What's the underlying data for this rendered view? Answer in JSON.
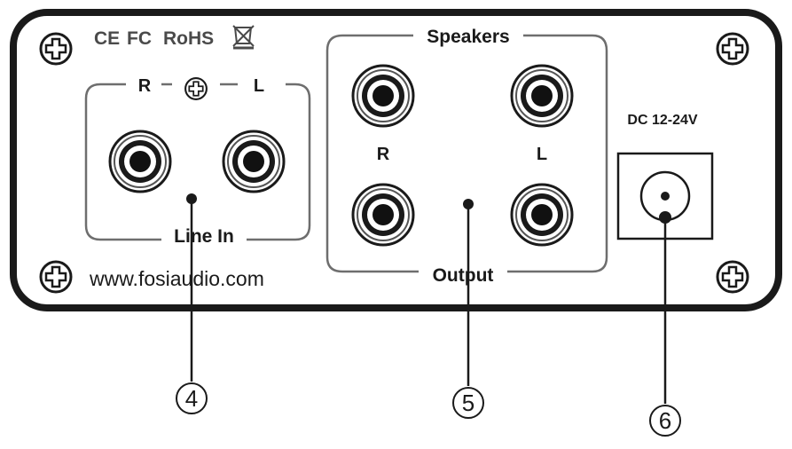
{
  "panel": {
    "certifications": [
      "CE",
      "FC",
      "RoHS"
    ],
    "weee_symbol": "crossed-bin-icon",
    "screw_icon": "phillips-screw-icon",
    "website": "www.fosiaudio.com"
  },
  "line_in": {
    "label": "Line In",
    "right": "R",
    "left": "L"
  },
  "speakers": {
    "label": "Speakers",
    "output_label": "Output",
    "right": "R",
    "left": "L"
  },
  "dc": {
    "label": "DC 12-24V"
  },
  "callouts": [
    "4",
    "5",
    "6"
  ],
  "colors": {
    "outline": "#1a1a1a",
    "frame_gray": "#6e6e6e",
    "background": "#ffffff"
  }
}
